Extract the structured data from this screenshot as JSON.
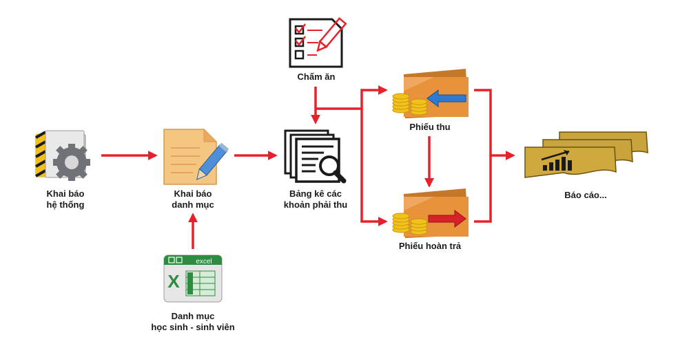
{
  "nodes": {
    "khai_bao_he_thong": {
      "line1": "Khai báo",
      "line2": "hệ thống"
    },
    "khai_bao_danh_muc": {
      "line1": "Khai báo",
      "line2": "danh mục"
    },
    "danh_muc_hs_sv": {
      "line1": "Danh mục",
      "line2": "học sinh - sinh viên",
      "badge": "excel"
    },
    "cham_an": {
      "line1": "Chấm ăn"
    },
    "bang_ke": {
      "line1": "Bảng kê các",
      "line2": "khoản phải thu"
    },
    "phieu_thu": {
      "line1": "Phiếu thu"
    },
    "phieu_hoan_tra": {
      "line1": "Phiếu hoàn trả"
    },
    "bao_cao": {
      "line1": "Báo cáo..."
    }
  },
  "colors": {
    "arrow": "#e8202a",
    "wallet": "#e8923c",
    "coin": "#f2c21b",
    "report": "#c9a33b",
    "excel": "#2e8b3f"
  }
}
